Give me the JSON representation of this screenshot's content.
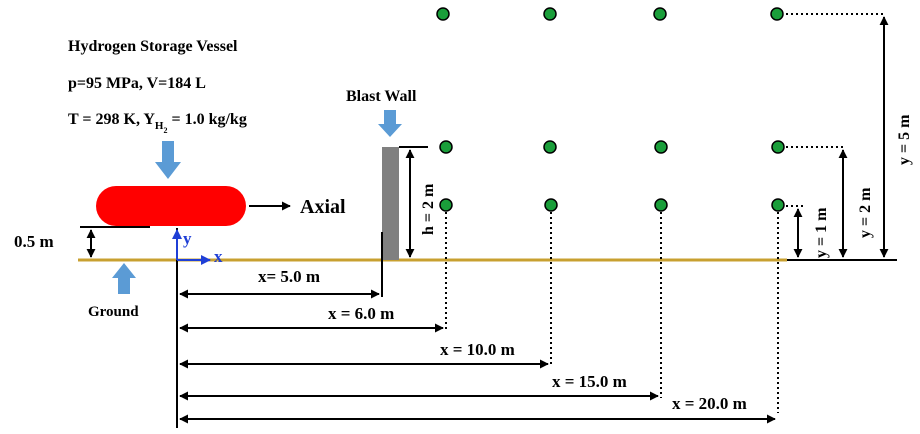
{
  "vessel": {
    "title": "Hydrogen Storage Vessel",
    "params1": "p=95 MPa, V=184 L",
    "params2_prefix": "T = 298 K, Y",
    "params2_sub": "H",
    "params2_subsub": "2",
    "params2_suffix": " = 1.0 kg/kg",
    "height_label": "0.5 m",
    "color": "#ff0000"
  },
  "labels": {
    "axial": "Axial",
    "ground": "Ground",
    "blast_wall": "Blast Wall",
    "wall_height": "h = 2 m",
    "axis_x": "x",
    "axis_y": "y"
  },
  "distances": [
    "x= 5.0 m",
    "x = 6.0 m",
    "x = 10.0 m",
    "x = 15.0 m",
    "x = 20.0 m"
  ],
  "heights": [
    "y = 1 m",
    "y = 2 m",
    "y = 5 m"
  ],
  "colors": {
    "ground": "#c8a030",
    "sensor": "#1a9e3a",
    "arrow_blue": "#5b9bd5",
    "wall": "#808080"
  }
}
